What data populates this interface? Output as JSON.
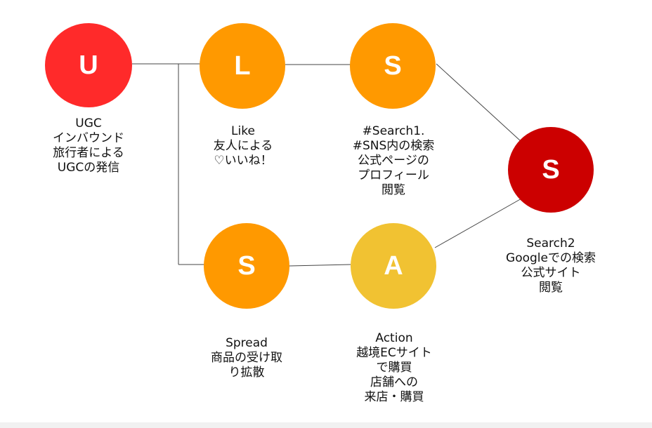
{
  "nodes": {
    "u": {
      "letter": "U",
      "caption": "UGC\nインバウンド\n旅行者による\nUGCの発信",
      "color": "#ff2a2a"
    },
    "l": {
      "letter": "L",
      "caption": "Like\n友人による\n♡いいね！",
      "color": "#ff9900"
    },
    "s1": {
      "letter": "S",
      "caption": "#Search1.\n#SNS内の検索\n公式ページの\nプロフィール\n閲覧",
      "color": "#ff9900"
    },
    "s2": {
      "letter": "S",
      "caption": "Search2\nGoogleでの検索\n公式サイト\n閲覧",
      "color": "#cc0000"
    },
    "s3": {
      "letter": "S",
      "caption": "Spread\n商品の受け取\nり拡散",
      "color": "#ff9900"
    },
    "a": {
      "letter": "A",
      "caption": "Action\n越境ECサイト\nで購買\n店舗への\n来店・購買",
      "color": "#f1c232"
    }
  }
}
